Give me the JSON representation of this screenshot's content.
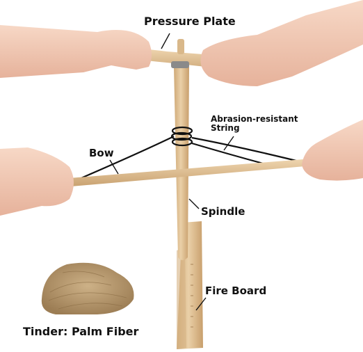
{
  "labels": {
    "pressure_plate": "Pressure Plate",
    "string_line1": "Abrasion-resistant",
    "string_line2": "String",
    "bow": "Bow",
    "spindle": "Spindle",
    "fire_board": "Fire Board",
    "tinder": "Tinder: Palm Fiber"
  },
  "colors": {
    "wood": "#e6c79c",
    "wood_shade": "#cfa977",
    "skin": "#f3cdb9",
    "skin_shade": "#e2a991",
    "string": "#111111",
    "tinder": "#b99b6e"
  }
}
